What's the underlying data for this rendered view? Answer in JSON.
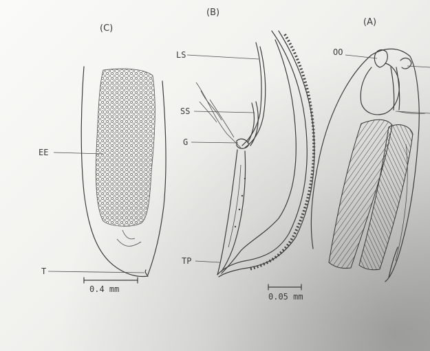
{
  "panels": {
    "a": "(A)",
    "b": "(B)",
    "c": "(C)"
  },
  "labels": {
    "ee": "EE",
    "t": "T",
    "ls": "LS",
    "ss": "SS",
    "g": "G",
    "tp": "TP",
    "oo": "OO"
  },
  "scale_bars": {
    "c": "0.4 mm",
    "b": "0.05 mm"
  }
}
